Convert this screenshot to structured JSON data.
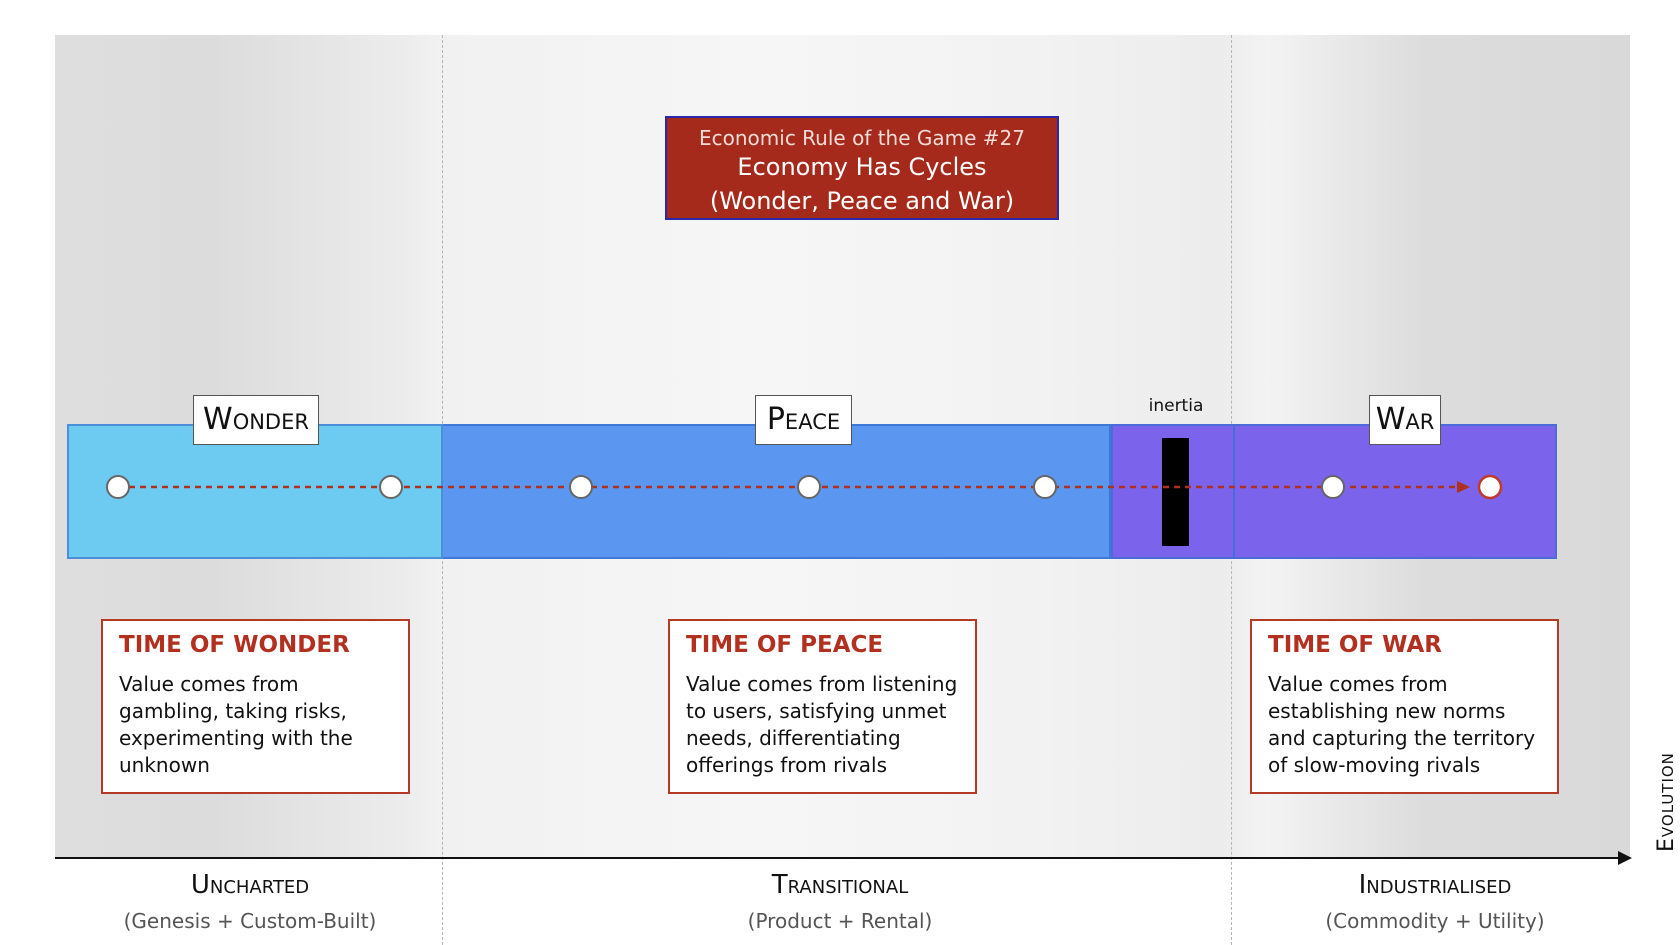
{
  "rule": {
    "subtitle": "Economic Rule of the Game #27",
    "title_line1": "Economy Has Cycles",
    "title_line2": "(Wonder, Peace and War)"
  },
  "phases": {
    "wonder": "Wonder",
    "peace": "Peace",
    "war": "War"
  },
  "inertia": "inertia",
  "cards": {
    "wonder": {
      "title": "TIME OF WONDER",
      "body": "Value comes from gambling, taking risks, experimenting with the unknown"
    },
    "peace": {
      "title": "TIME OF PEACE",
      "body": "Value comes from listening to users, satisfying unmet needs, differentiating offerings from rivals"
    },
    "war": {
      "title": "TIME OF WAR",
      "body": "Value comes from establishing new norms and capturing the territory of slow-moving rivals"
    }
  },
  "axis": {
    "label": "Evolution",
    "stages": [
      {
        "title": "Uncharted",
        "subtitle": "(Genesis + Custom-Built)"
      },
      {
        "title": "Transitional",
        "subtitle": "(Product + Rental)"
      },
      {
        "title": "Industrialised",
        "subtitle": "(Commodity + Utility)"
      }
    ]
  },
  "colors": {
    "wonder_band": "#6dcbf2",
    "peace_band": "#5b96f0",
    "war_band": "#7b63ec",
    "rule_box": "#a52a1c",
    "card_accent": "#b23020",
    "flow_line": "#b03020"
  }
}
